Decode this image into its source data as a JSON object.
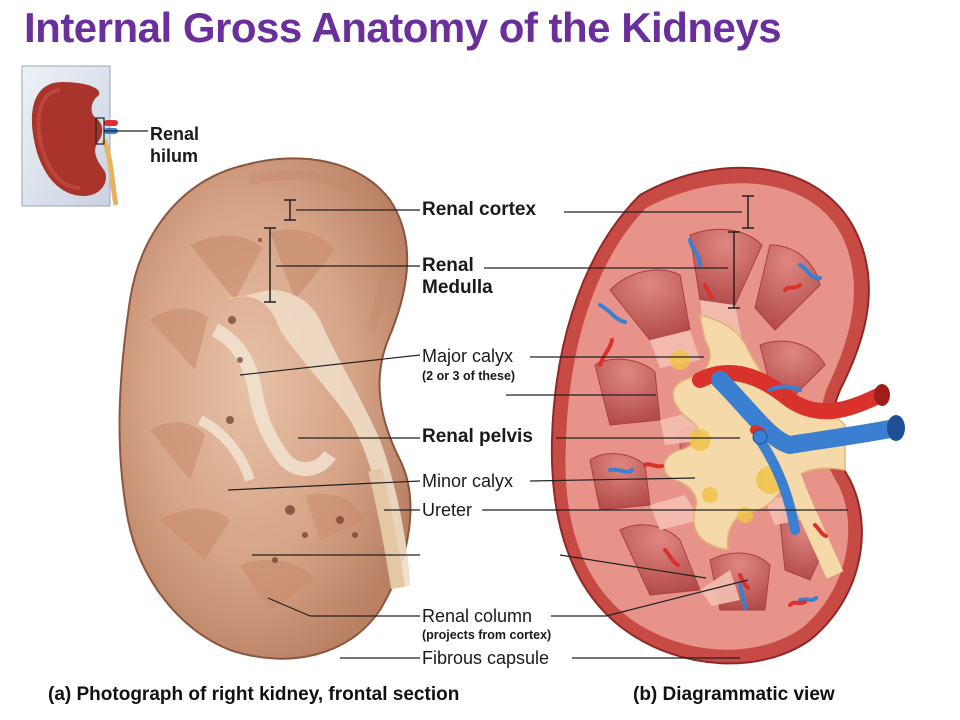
{
  "title": "Internal Gross Anatomy of the Kidneys",
  "inset_label": {
    "line1": "Renal",
    "line2": "hilum"
  },
  "labels": {
    "renal_cortex": "Renal cortex",
    "renal_medulla_1": "Renal",
    "renal_medulla_2": "Medulla",
    "major_calyx": "Major calyx",
    "major_calyx_note": "(2 or 3 of these)",
    "renal_pelvis": "Renal pelvis",
    "minor_calyx": "Minor calyx",
    "ureter": "Ureter",
    "renal_column": "Renal column",
    "renal_column_note": "(projects from cortex)",
    "fibrous_capsule": "Fibrous capsule"
  },
  "captions": {
    "a": "(a) Photograph of right kidney, frontal section",
    "b": "(b) Diagrammatic view"
  },
  "colors": {
    "title": "#6a2f9a",
    "photo_tissue": "#d9a88a",
    "cortex": "#e58c84",
    "pyramid": "#c9605c",
    "pelvis": "#f4d7a6",
    "artery": "#d8322b",
    "vein": "#3a7fd0"
  }
}
